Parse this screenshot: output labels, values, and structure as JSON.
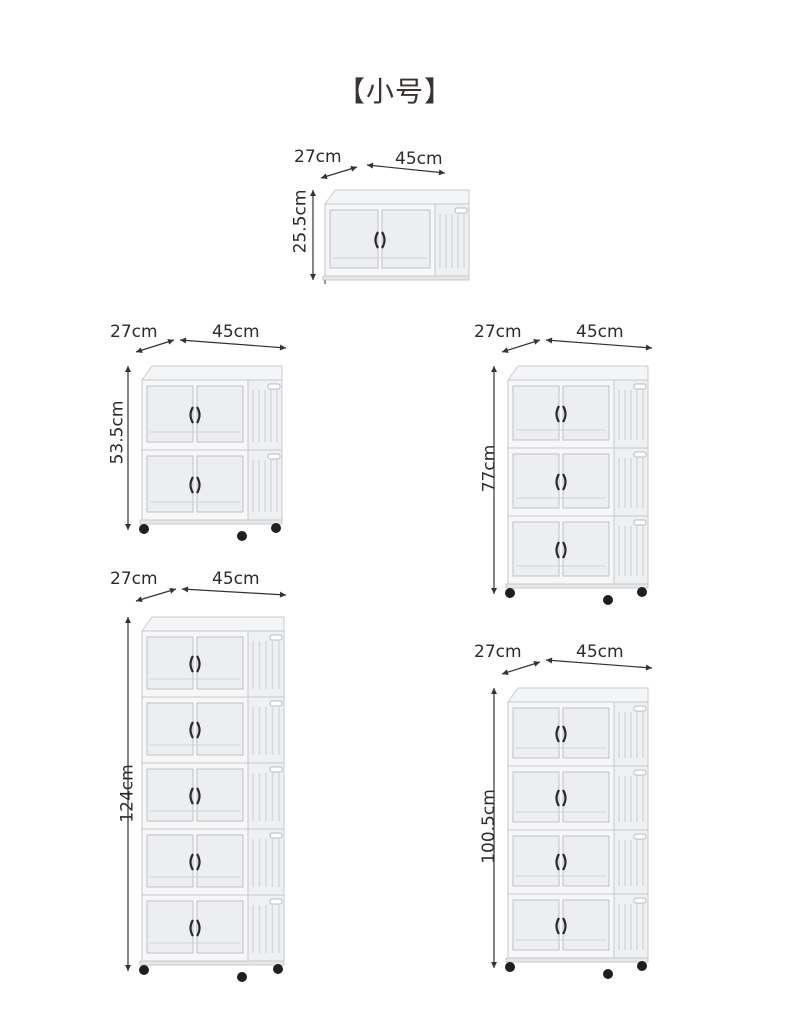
{
  "title": "【小号】",
  "units": [
    {
      "id": "u1",
      "tiers": 1,
      "depth": "27cm",
      "width": "45cm",
      "height": "25.5cm",
      "wheels": false
    },
    {
      "id": "u2",
      "tiers": 2,
      "depth": "27cm",
      "width": "45cm",
      "height": "53.5cm",
      "wheels": true
    },
    {
      "id": "u3",
      "tiers": 3,
      "depth": "27cm",
      "width": "45cm",
      "height": "77cm",
      "wheels": true
    },
    {
      "id": "u5",
      "tiers": 5,
      "depth": "27cm",
      "width": "45cm",
      "height": "124cm",
      "wheels": true
    },
    {
      "id": "u4",
      "tiers": 4,
      "depth": "27cm",
      "width": "45cm",
      "height": "100.5cm",
      "wheels": true
    }
  ]
}
